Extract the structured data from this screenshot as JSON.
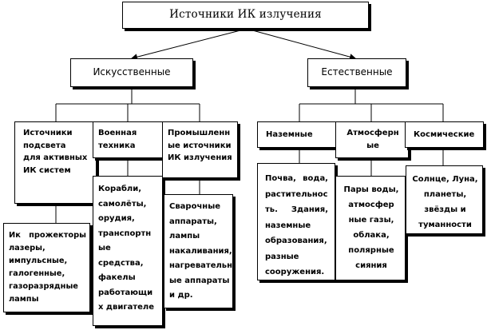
{
  "root": {
    "label": "Источники ИК излучения"
  },
  "categories": {
    "artificial": {
      "label": "Искусственные"
    },
    "natural": {
      "label": "Естественные"
    }
  },
  "artificial_groups": [
    {
      "title_lines": [
        "Источники",
        "подсвета",
        "для активных",
        "ИК систем"
      ],
      "detail_lines": [
        "Ик прожекторы",
        "лазеры,",
        "импульсные,",
        "галогенные,",
        "газоразрядные",
        "лампы"
      ]
    },
    {
      "title_lines": [
        "Военная",
        "техника"
      ],
      "detail_lines": [
        "Корабли,",
        "самолёты,",
        "орудия,",
        "транспортн",
        "ые",
        "средства,",
        "факелы",
        "работающи",
        "х двигателе"
      ]
    },
    {
      "title_lines": [
        "Промышленн",
        "ые источники",
        "ИК излучения"
      ],
      "detail_lines": [
        "Сварочные",
        "аппараты,",
        "лампы",
        "накаливания,",
        "нагревательн",
        "ые аппараты",
        "и др."
      ]
    }
  ],
  "natural_groups": [
    {
      "title_lines": [
        "Наземные"
      ],
      "detail_lines": [
        "Почва, вода,",
        "растительнос",
        "ть. Здания,",
        "наземные",
        "образования,",
        "разные",
        "сооружения."
      ]
    },
    {
      "title_lines": [
        "Атмосферн",
        "ые"
      ],
      "detail_lines": [
        "Пары воды,",
        "атмосфер",
        "ные газы,",
        "облака,",
        "полярные",
        "сияния"
      ]
    },
    {
      "title_lines": [
        "Космические"
      ],
      "detail_lines": [
        "Солнце, Луна,",
        "планеты,",
        "звёзды и",
        "туманности"
      ]
    }
  ]
}
